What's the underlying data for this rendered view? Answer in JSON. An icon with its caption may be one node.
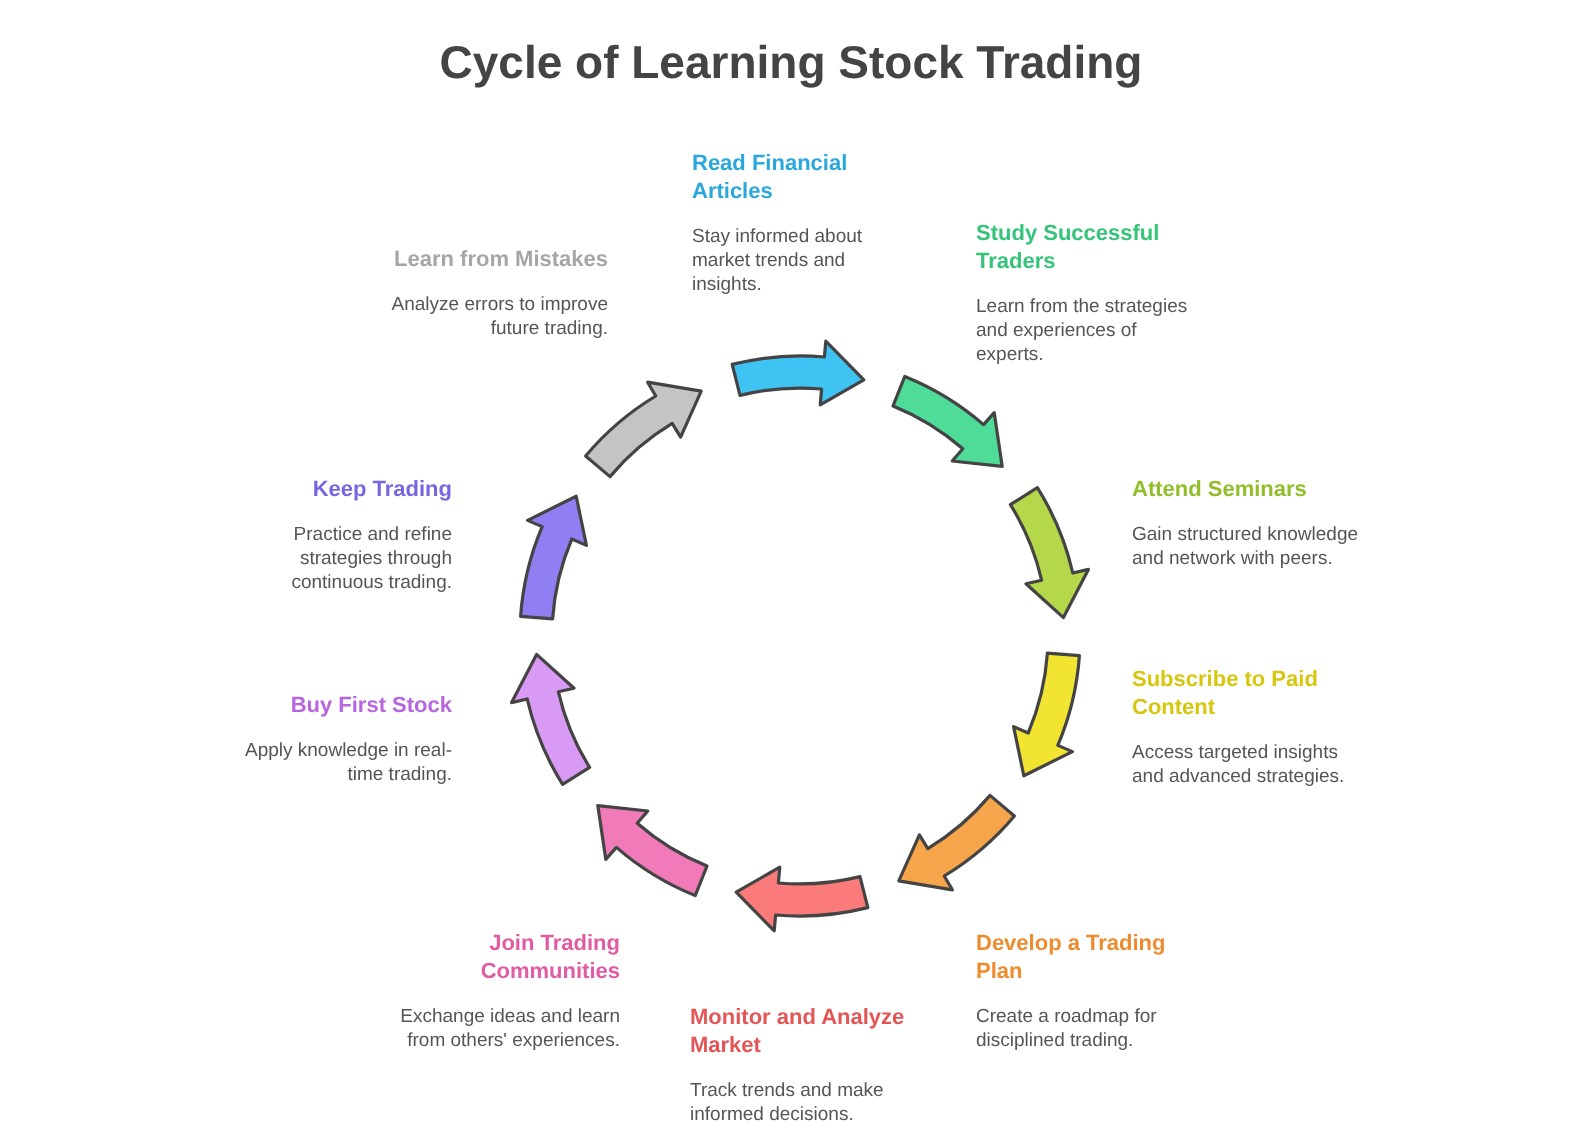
{
  "diagram": {
    "title": "Cycle of Learning Stock Trading",
    "nodes": [
      {
        "text": [
          "Read Financial Articles",
          "Stay informed about market trends and insights."
        ]
      },
      {
        "text": [
          "Study Successful Traders",
          "Learn from the strategies and experiences of experts."
        ]
      },
      {
        "text": [
          "Attend Seminars",
          "Gain structured knowledge and network with peers."
        ]
      },
      {
        "text": [
          "Subscribe to Paid Content",
          "Access targeted insights and advanced strategies."
        ]
      },
      {
        "text": [
          "Develop a Trading Plan",
          "Create a roadmap for disciplined trading."
        ]
      },
      {
        "text": [
          "Monitor and Analyze Market",
          "Track trends and make informed decisions."
        ]
      },
      {
        "text": [
          "Join Trading Communities",
          "Exchange ideas and learn from others' experiences."
        ]
      },
      {
        "text": [
          "Buy First Stock",
          "Apply knowledge in real-time trading."
        ]
      },
      {
        "text": [
          "Keep Trading",
          "Practice and refine strategies through continuous trading."
        ]
      },
      {
        "text": [
          "Learn from Mistakes",
          "Analyze errors to improve future trading."
        ]
      }
    ]
  }
}
